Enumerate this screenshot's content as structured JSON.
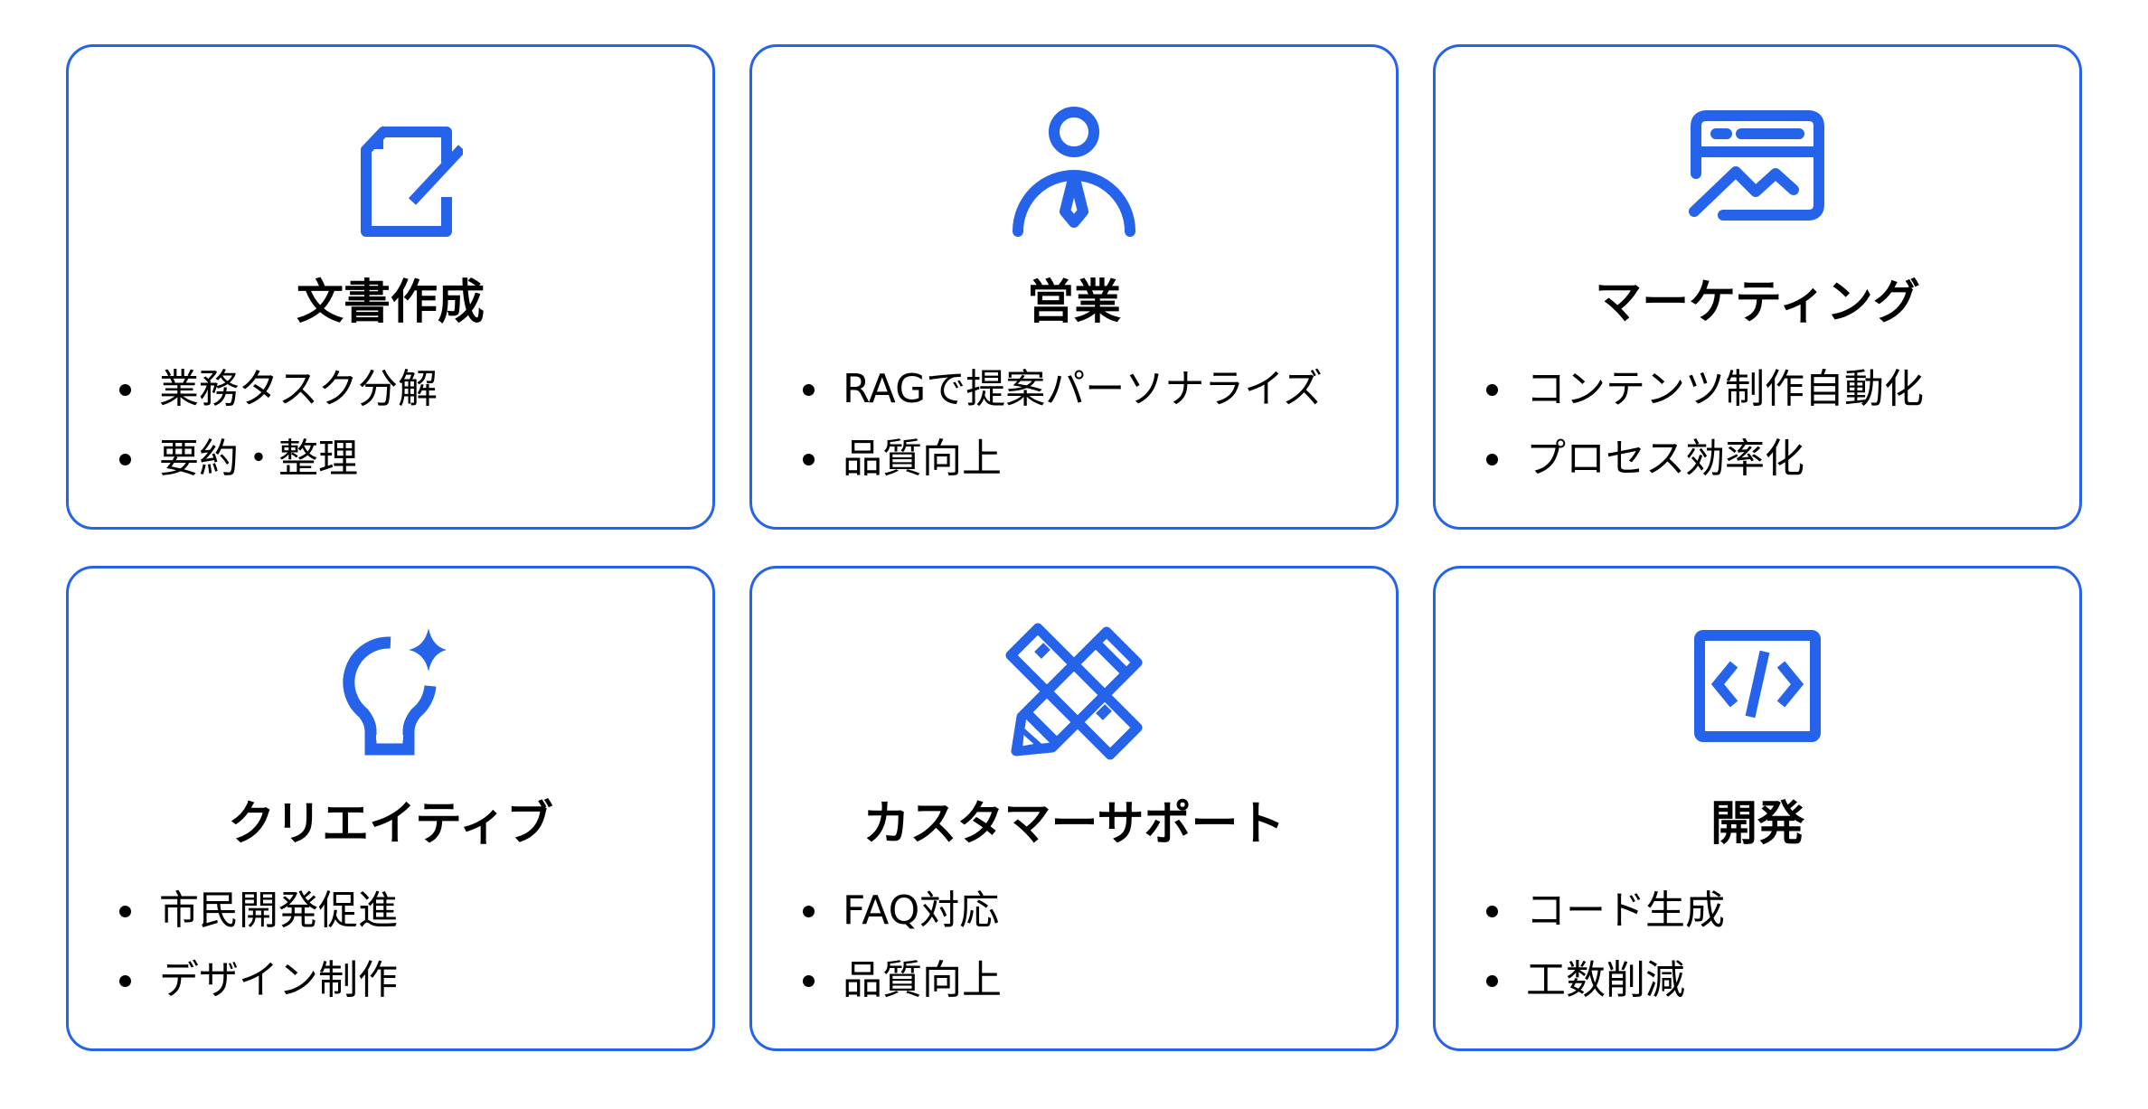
{
  "colors": {
    "accent": "#2563EB",
    "text": "#000000",
    "background": "#FFFFFF"
  },
  "cards": [
    {
      "icon": "document-edit-icon",
      "title": "文書作成",
      "bullets": [
        "業務タスク分解",
        "要約・整理"
      ]
    },
    {
      "icon": "businessperson-icon",
      "title": "営業",
      "bullets": [
        "RAGで提案パーソナライズ",
        "品質向上"
      ]
    },
    {
      "icon": "web-chart-icon",
      "title": "マーケティング",
      "bullets": [
        "コンテンツ制作自動化",
        "プロセス効率化"
      ]
    },
    {
      "icon": "lightbulb-sparkle-icon",
      "title": "クリエイティブ",
      "bullets": [
        "市民開発促進",
        "デザイン制作"
      ]
    },
    {
      "icon": "pencil-ruler-icon",
      "title": "カスタマーサポート",
      "bullets": [
        "FAQ対応",
        "品質向上"
      ]
    },
    {
      "icon": "code-window-icon",
      "title": "開発",
      "bullets": [
        "コード生成",
        "工数削減"
      ]
    }
  ]
}
